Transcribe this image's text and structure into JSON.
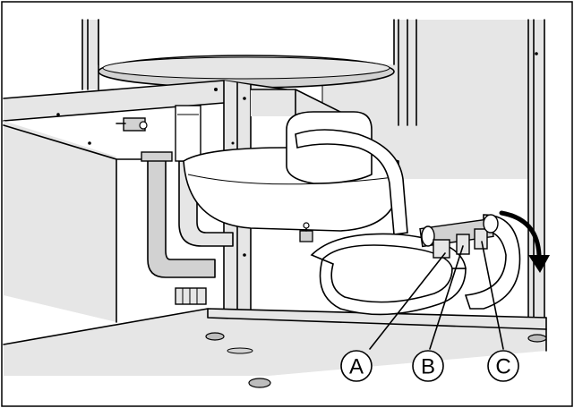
{
  "callouts": [
    {
      "label": "A"
    },
    {
      "label": "B"
    },
    {
      "label": "C"
    }
  ],
  "colors": {
    "outline": "#000000",
    "light_gray": "#e6e6e6",
    "mid_gray": "#d2d2d2",
    "dark_gray": "#bdbdbd",
    "background": "#ffffff"
  },
  "icons": {
    "rotation_arrow": "curved-arrow-clockwise-icon"
  }
}
